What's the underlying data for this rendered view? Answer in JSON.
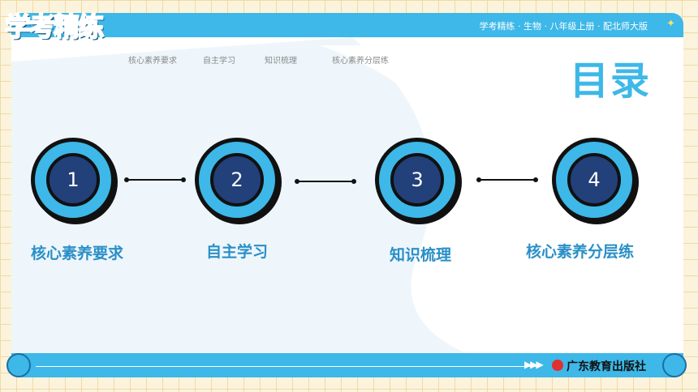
{
  "brand": {
    "logo_text": "学考精练"
  },
  "header": {
    "series": "学考精练 · 生物 · 八年级上册 · 配北师大版"
  },
  "nav": {
    "items": [
      {
        "label": "核心素养要求"
      },
      {
        "label": "自主学习"
      },
      {
        "label": "知识梳理"
      },
      {
        "label": "核心素养分层练"
      }
    ]
  },
  "page": {
    "title": "目录"
  },
  "steps": [
    {
      "number": "1",
      "label": "核心素养要求"
    },
    {
      "number": "2",
      "label": "自主学习"
    },
    {
      "number": "3",
      "label": "知识梳理"
    },
    {
      "number": "4",
      "label": "核心素养分层练"
    }
  ],
  "footer": {
    "arrows": "▶▶▶",
    "publisher": "广东教育出版社"
  },
  "colors": {
    "accent": "#3db8e8",
    "navy": "#22407a",
    "label": "#2a8fc7",
    "grid_bg": "#fbf3dc"
  }
}
